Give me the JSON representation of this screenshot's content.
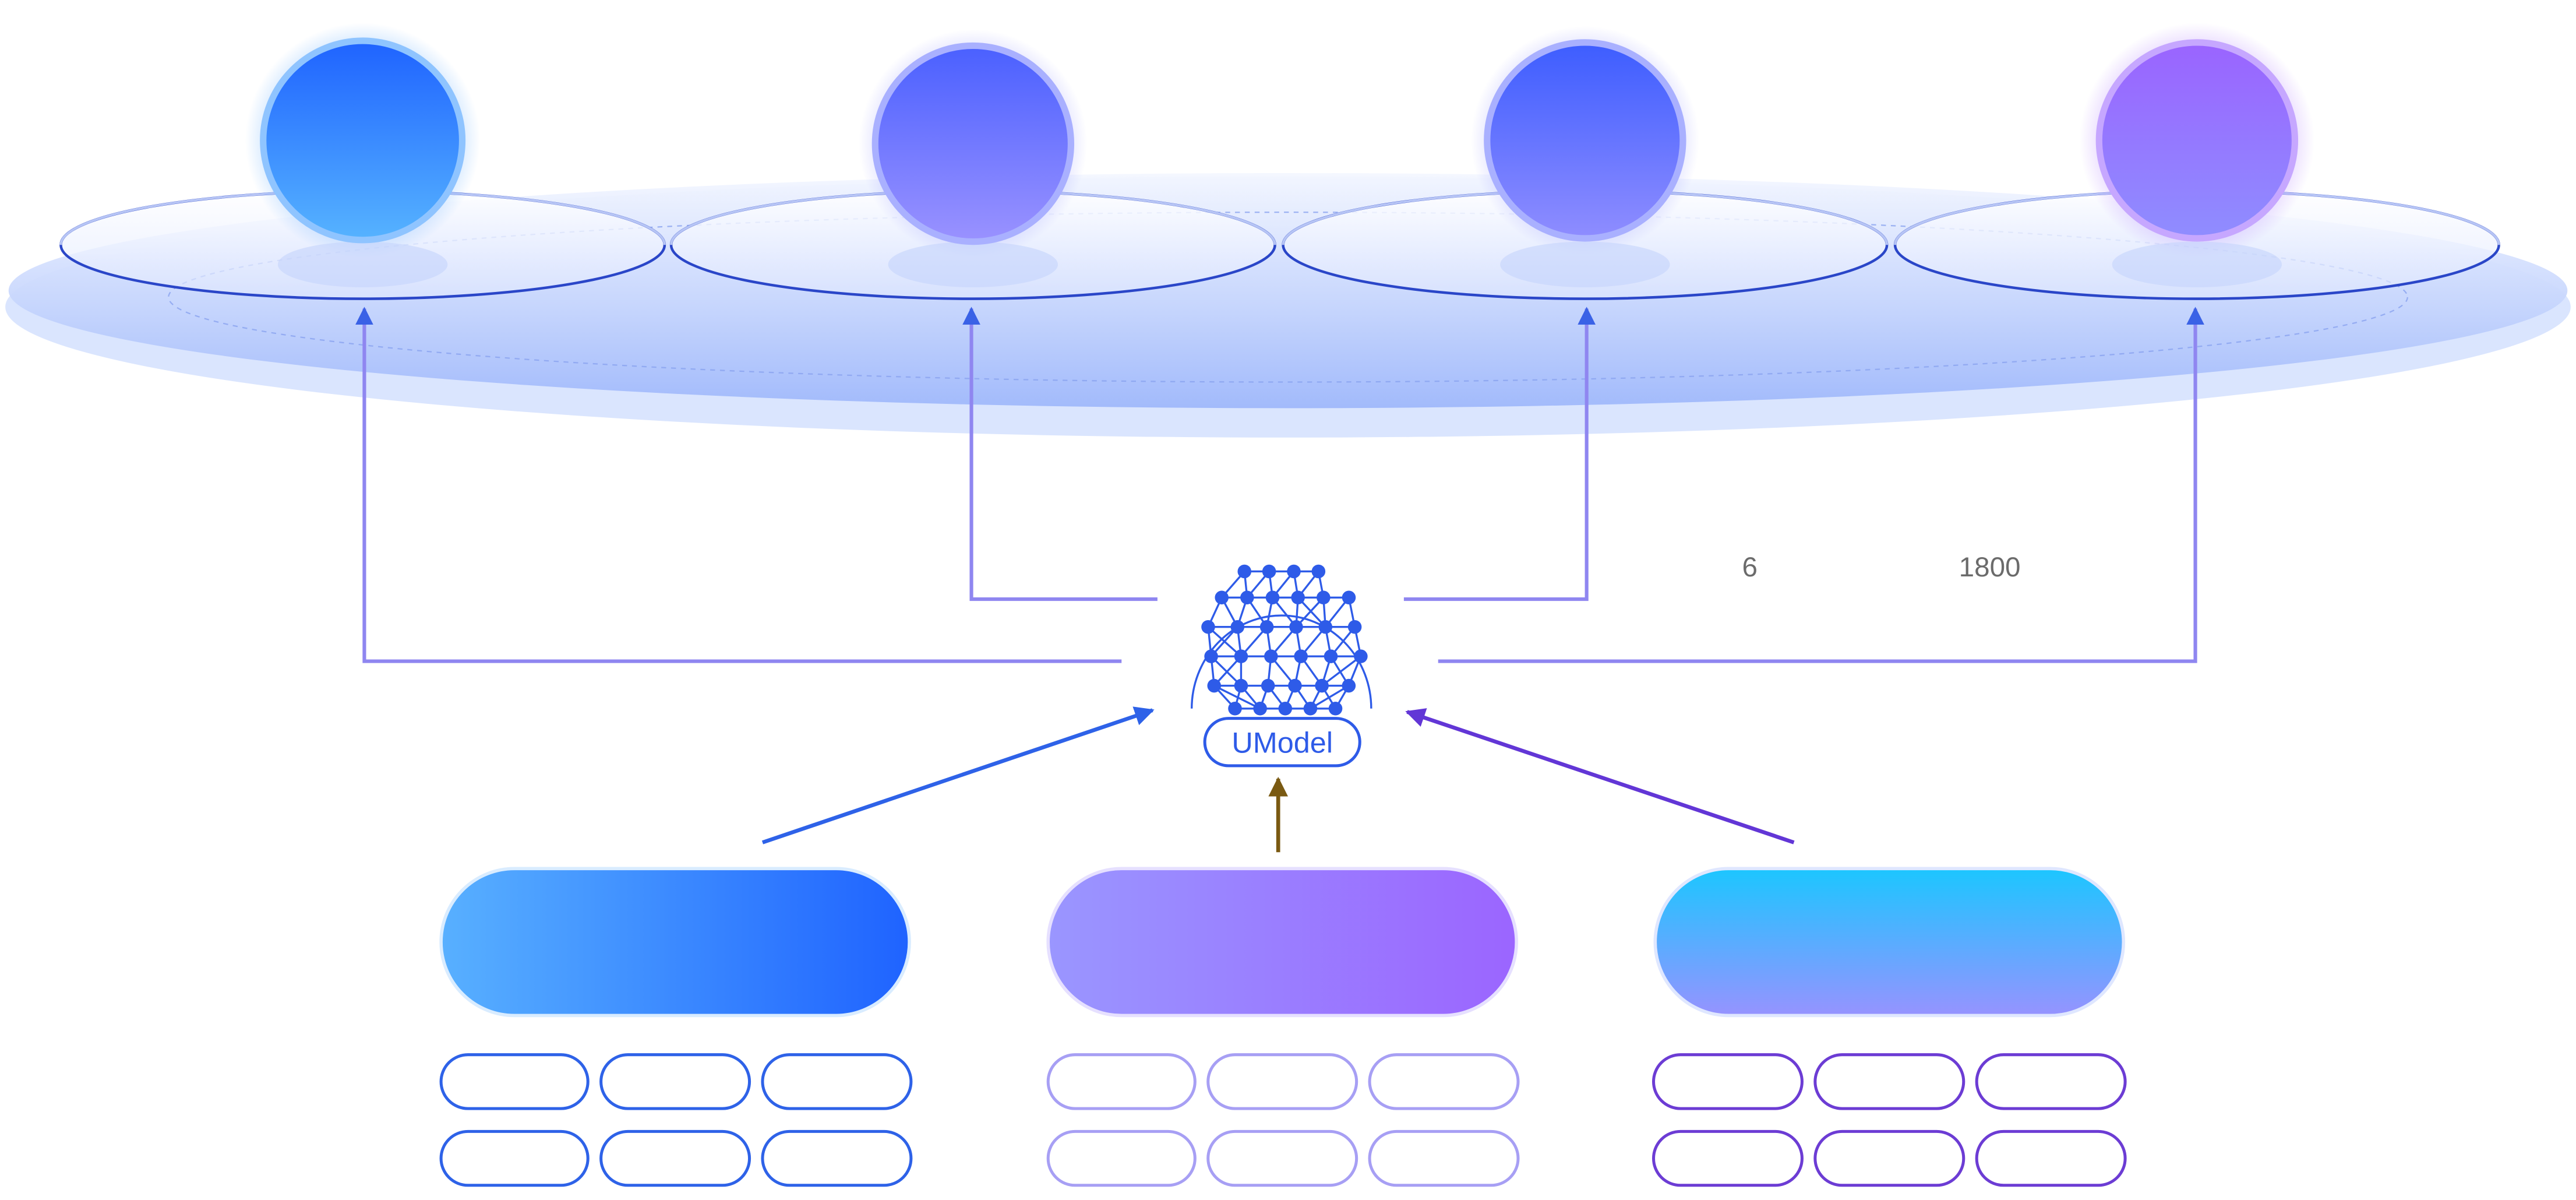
{
  "diagram": {
    "model_badge": "UModel",
    "stat_a": "6",
    "stat_b": "1800"
  },
  "colors": {
    "connector": "#8f86f0",
    "arrow_left": "#2e62e8",
    "arrow_mid": "#7a5a12",
    "arrow_right": "#6236d6",
    "ring_stroke": "#2a46c8",
    "platform": "#a8c0fb",
    "node_1": [
      "#1f63ff",
      "#56b3ff"
    ],
    "node_2": [
      "#4a60ff",
      "#9a92ff"
    ],
    "node_3": [
      "#3d5dff",
      "#8f8dff"
    ],
    "node_4": [
      "#9a64ff",
      "#8f8dff"
    ],
    "pill_1": [
      "#58b0ff",
      "#1f63ff"
    ],
    "pill_2": [
      "#9a96ff",
      "#9b65ff"
    ],
    "pill_3": [
      "#1cc6ff",
      "#9693ff"
    ],
    "chips_1": "#2e62e8",
    "chips_2": "#a79ff4",
    "chips_3": "#6c3cd4"
  }
}
